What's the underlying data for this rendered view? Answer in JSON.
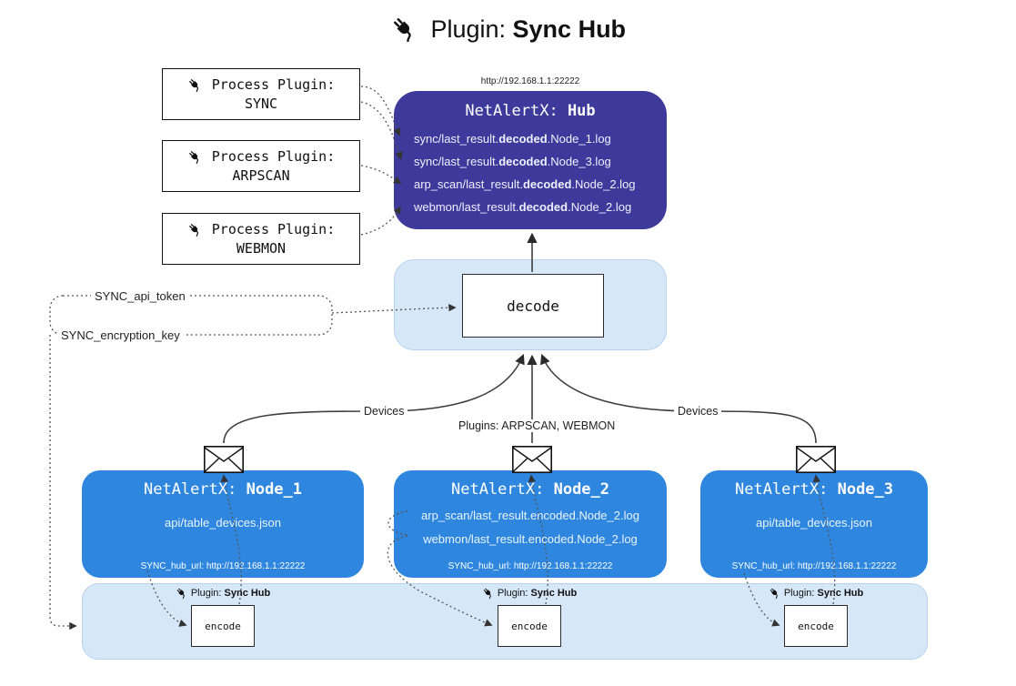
{
  "title": {
    "label": "Plugin:",
    "name": "Sync Hub"
  },
  "hub_url_top": "http://192.168.1.1:22222",
  "process_plugins": [
    {
      "label": "Process Plugin:",
      "name": "SYNC"
    },
    {
      "label": "Process Plugin:",
      "name": "ARPSCAN"
    },
    {
      "label": "Process Plugin:",
      "name": "WEBMON"
    }
  ],
  "hub": {
    "title_label": "NetAlertX:",
    "title_name": "Hub",
    "lines": [
      {
        "pre": "sync/last_result.",
        "bold": "decoded",
        "post": ".Node_1.log"
      },
      {
        "pre": "sync/last_result.",
        "bold": "decoded",
        "post": ".Node_3.log"
      },
      {
        "pre": "arp_scan/last_result.",
        "bold": "decoded",
        "post": ".Node_2.log"
      },
      {
        "pre": "webmon/last_result.",
        "bold": "decoded",
        "post": ".Node_2.log"
      }
    ]
  },
  "decode_label": "decode",
  "secrets": {
    "api_token": "SYNC_api_token",
    "encryption_key": "SYNC_encryption_key"
  },
  "edge_labels": {
    "left": "Devices",
    "middle": "Plugins: ARPSCAN, WEBMON",
    "right": "Devices"
  },
  "nodes": [
    {
      "title_label": "NetAlertX:",
      "title_name": "Node_1",
      "lines": [
        "api/table_devices.json"
      ],
      "hub_url": "SYNC_hub_url: http://192.168.1.1:22222"
    },
    {
      "title_label": "NetAlertX:",
      "title_name": "Node_2",
      "lines": [
        "arp_scan/last_result.encoded.Node_2.log",
        "webmon/last_result.encoded.Node_2.log"
      ],
      "hub_url": "SYNC_hub_url: http://192.168.1.1:22222"
    },
    {
      "title_label": "NetAlertX:",
      "title_name": "Node_3",
      "lines": [
        "api/table_devices.json"
      ],
      "hub_url": "SYNC_hub_url: http://192.168.1.1:22222"
    }
  ],
  "encoders": [
    {
      "plugin_label": "Plugin:",
      "plugin_name": "Sync Hub",
      "box": "encode"
    },
    {
      "plugin_label": "Plugin:",
      "plugin_name": "Sync Hub",
      "box": "encode"
    },
    {
      "plugin_label": "Plugin:",
      "plugin_name": "Sync Hub",
      "box": "encode"
    }
  ],
  "colors": {
    "hub_bg": "#3d3a9b",
    "node_bg": "#2e86de",
    "panel_bg": "#d6e7f8"
  }
}
